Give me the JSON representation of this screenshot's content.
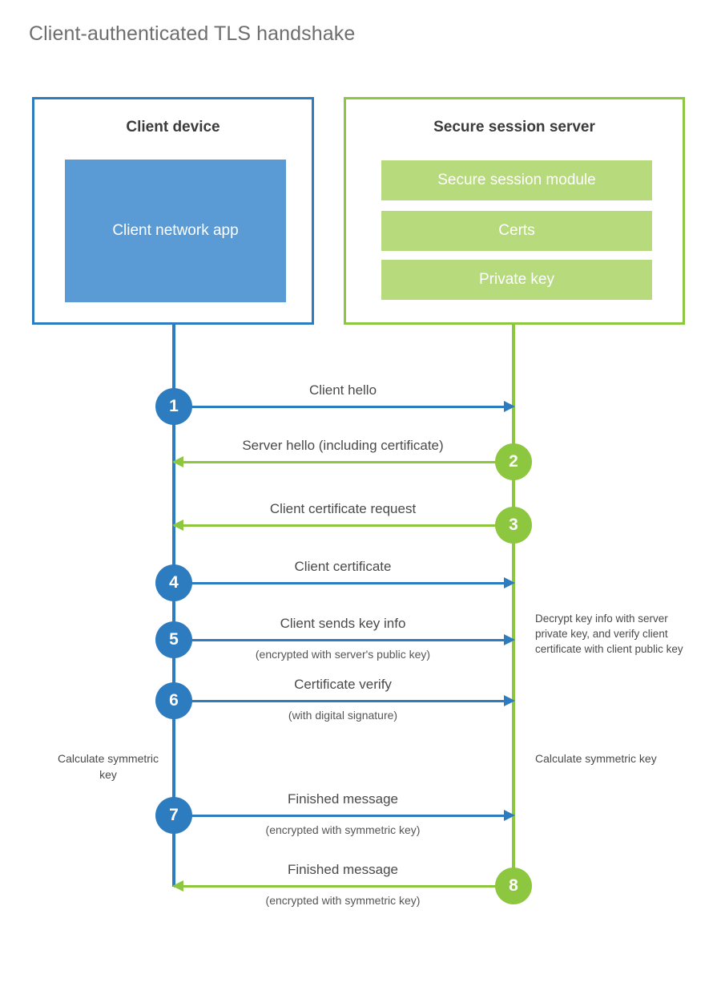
{
  "title": "Client-authenticated TLS handshake",
  "colors": {
    "client_blue": "#2e7cc0",
    "client_app_blue": "#5b9bd5",
    "server_green": "#8dc63f",
    "server_bar_green": "#b6da7c",
    "text_gray": "#4a4a4a",
    "title_gray": "#6e6e6e"
  },
  "client": {
    "title": "Client device",
    "app_label": "Client network app"
  },
  "server": {
    "title": "Secure session server",
    "bars": [
      {
        "label": "Secure session module"
      },
      {
        "label": "Certs"
      },
      {
        "label": "Private key"
      }
    ]
  },
  "messages": [
    {
      "number": "1",
      "label": "Client hello",
      "sublabel": "",
      "direction": "right",
      "color": "blue"
    },
    {
      "number": "2",
      "label": "Server hello (including certificate)",
      "sublabel": "",
      "direction": "left",
      "color": "green"
    },
    {
      "number": "3",
      "label": "Client certificate request",
      "sublabel": "",
      "direction": "left",
      "color": "green"
    },
    {
      "number": "4",
      "label": "Client certificate",
      "sublabel": "",
      "direction": "right",
      "color": "blue"
    },
    {
      "number": "5",
      "label": "Client sends key info",
      "sublabel": "(encrypted with server's public key)",
      "direction": "right",
      "color": "blue"
    },
    {
      "number": "6",
      "label": "Certificate verify",
      "sublabel": "(with digital signature)",
      "direction": "right",
      "color": "blue"
    },
    {
      "number": "7",
      "label": "Finished message",
      "sublabel": "(encrypted with symmetric key)",
      "direction": "right",
      "color": "blue"
    },
    {
      "number": "8",
      "label": "Finished message",
      "sublabel": "(encrypted with symmetric key)",
      "direction": "left",
      "color": "green"
    }
  ],
  "annotations": {
    "decrypt_note": "Decrypt key info with server private key, and verify client certificate with client public key",
    "client_calculate": "Calculate symmetric key",
    "server_calculate": "Calculate symmetric key"
  }
}
